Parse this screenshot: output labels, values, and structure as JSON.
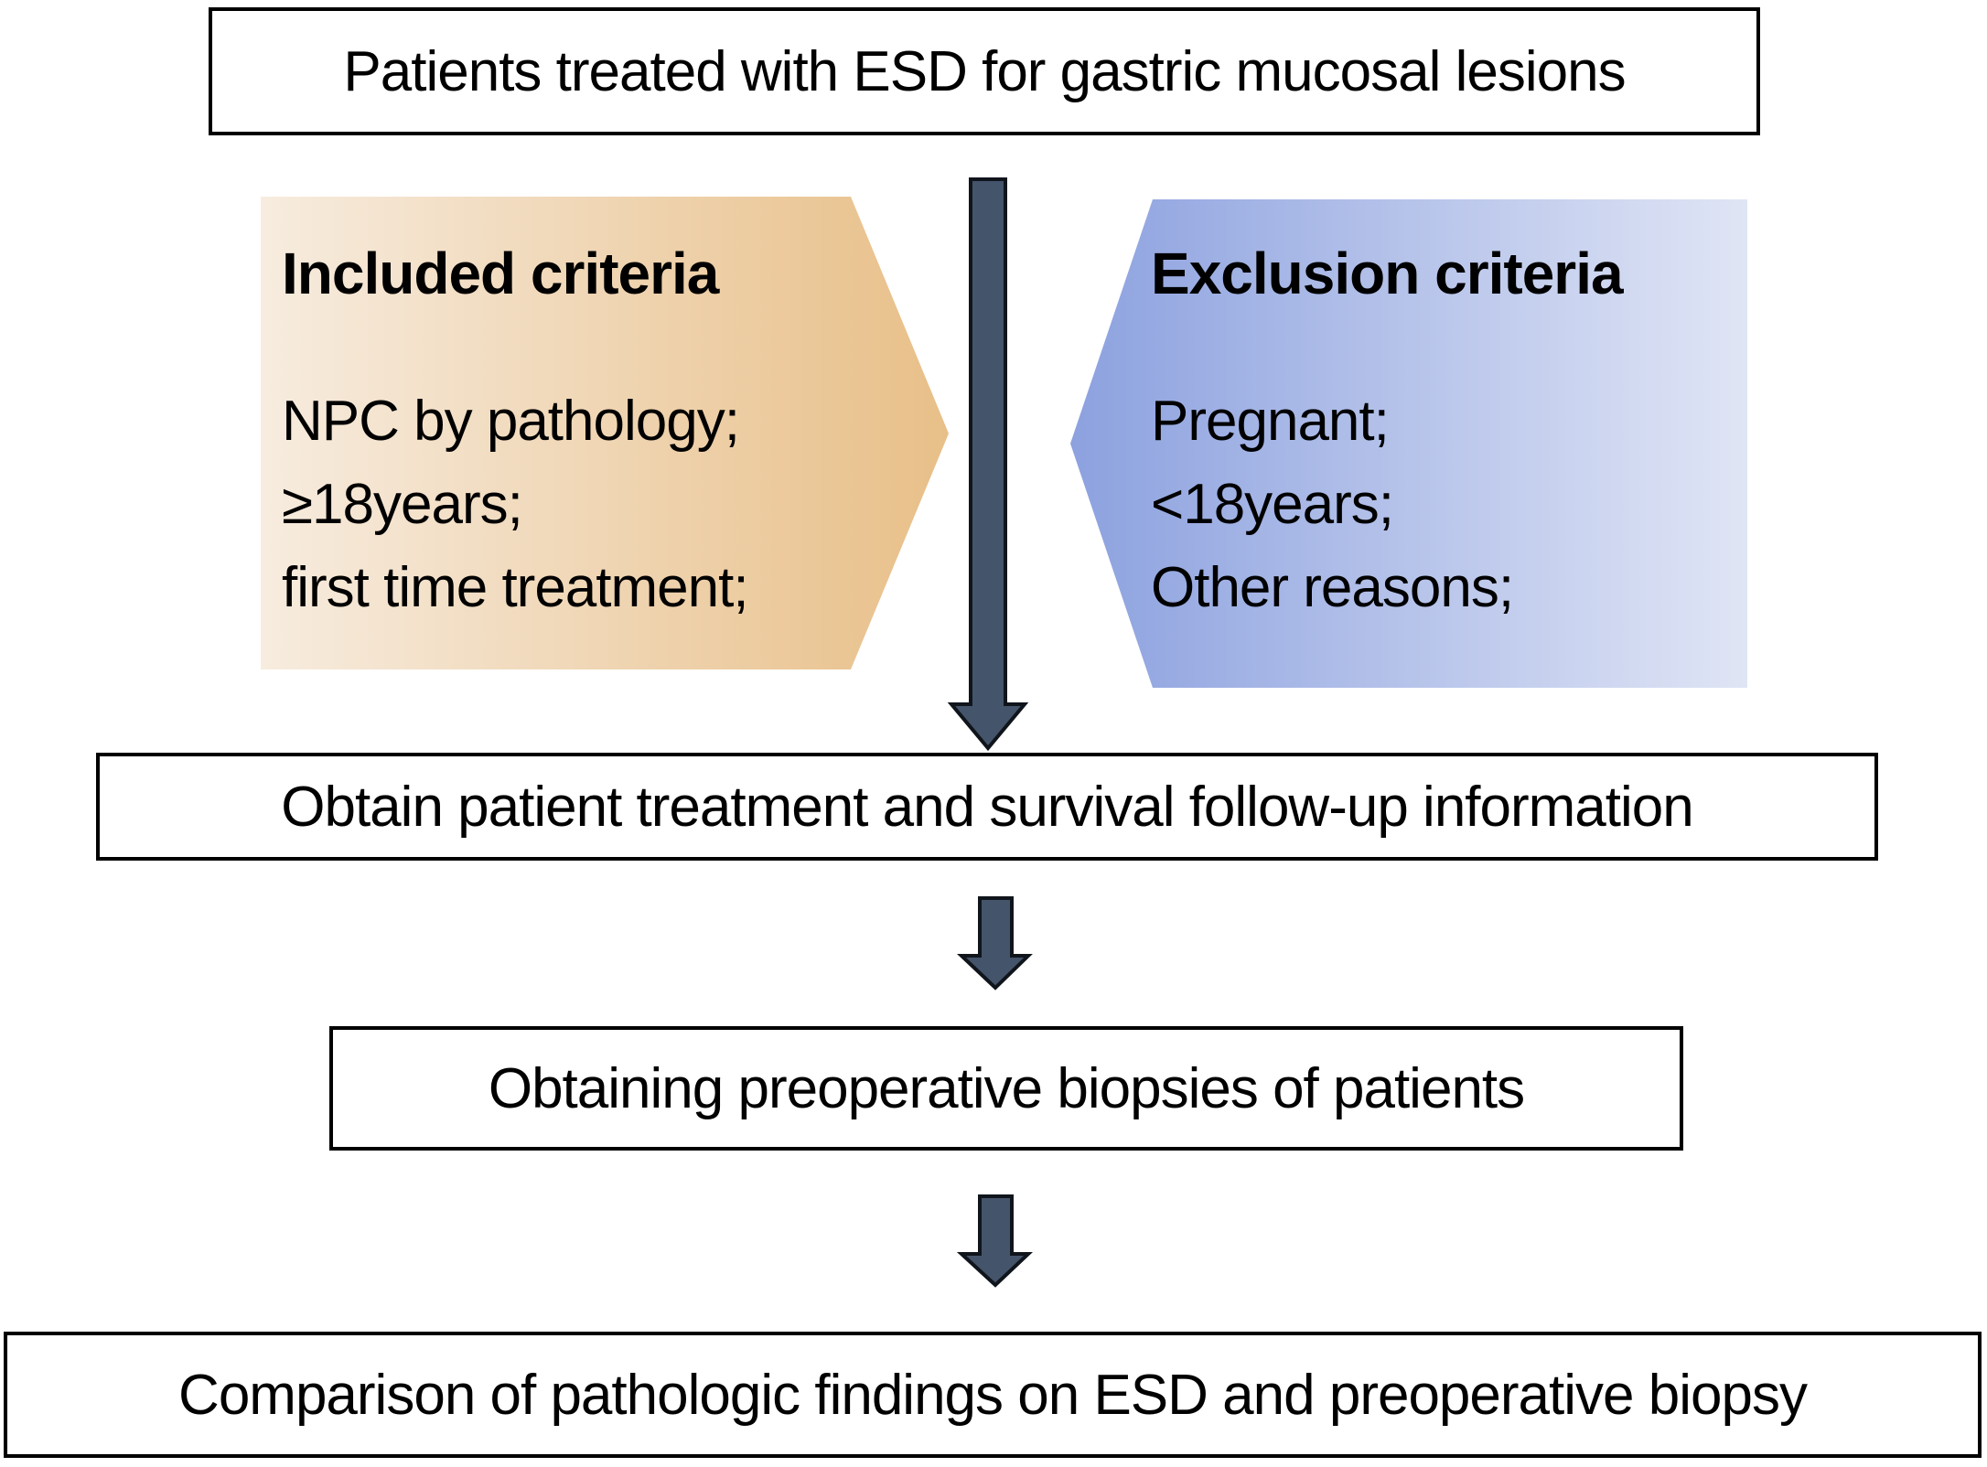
{
  "figure": {
    "top_box": {
      "label": "Patients treated with ESD for gastric mucosal lesions"
    },
    "included_criteria": {
      "title": "Included criteria",
      "items": [
        "NPC by pathology;",
        "≥18years;",
        "first time treatment;"
      ]
    },
    "exclusion_criteria": {
      "title": "Exclusion criteria",
      "items": [
        "Pregnant;",
        "<18years;",
        "Other reasons;"
      ]
    },
    "followup_box": {
      "label": "Obtain patient treatment and survival follow-up information"
    },
    "biopsy_box": {
      "label": "Obtaining preoperative biopsies of patients"
    },
    "comparison_box": {
      "label": "Comparison of pathologic findings on ESD and preoperative biopsy"
    },
    "colors": {
      "included_gradient_start": "#F7ECDF",
      "included_gradient_end": "#E8BF88",
      "exclusion_gradient_start": "#8CA1DF",
      "exclusion_gradient_end": "#E0E5F5",
      "flow_arrow_fill": "#44546B",
      "flow_arrow_stroke": "#10151C"
    }
  }
}
